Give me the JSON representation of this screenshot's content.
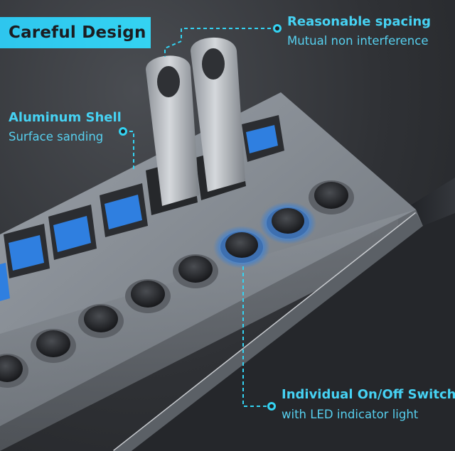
{
  "badge": {
    "title": "Careful Design"
  },
  "callouts": {
    "spacing": {
      "title": "Reasonable spacing",
      "subtitle": "Mutual non interference"
    },
    "shell": {
      "title": "Aluminum Shell",
      "subtitle": "Surface sanding"
    },
    "switch": {
      "title": "Individual On/Off Switch",
      "subtitle": "with LED indicator light"
    }
  },
  "colors": {
    "accent": "#34d3f2",
    "usb_blue": "#2f7fe0",
    "led_glow": "#4fa3ff",
    "housing": "#8a9099"
  }
}
